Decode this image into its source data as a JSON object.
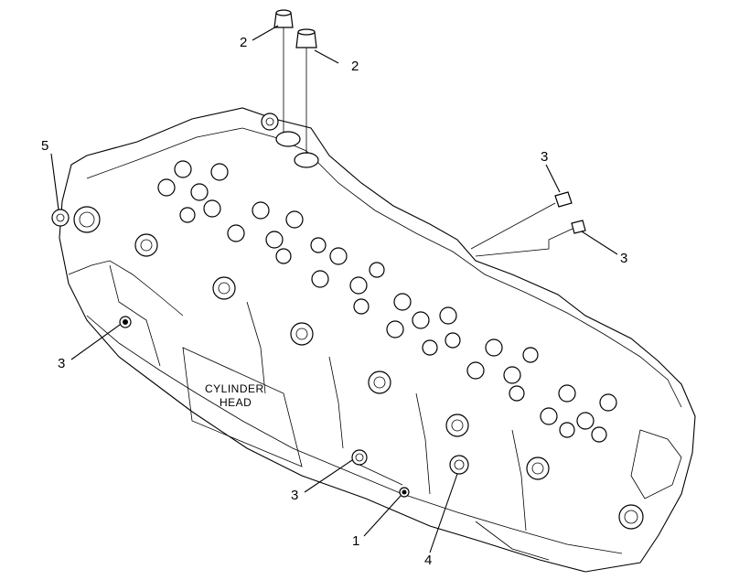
{
  "diagram": {
    "center_label_lines": [
      "CYLINDER",
      "HEAD"
    ],
    "callouts": [
      {
        "id": "c2a",
        "label": "2"
      },
      {
        "id": "c2b",
        "label": "2"
      },
      {
        "id": "c5",
        "label": "5"
      },
      {
        "id": "c3a",
        "label": "3"
      },
      {
        "id": "c3b",
        "label": "3"
      },
      {
        "id": "c3c",
        "label": "3"
      },
      {
        "id": "c3d",
        "label": "3"
      },
      {
        "id": "c1",
        "label": "1"
      },
      {
        "id": "c4",
        "label": "4"
      }
    ]
  }
}
